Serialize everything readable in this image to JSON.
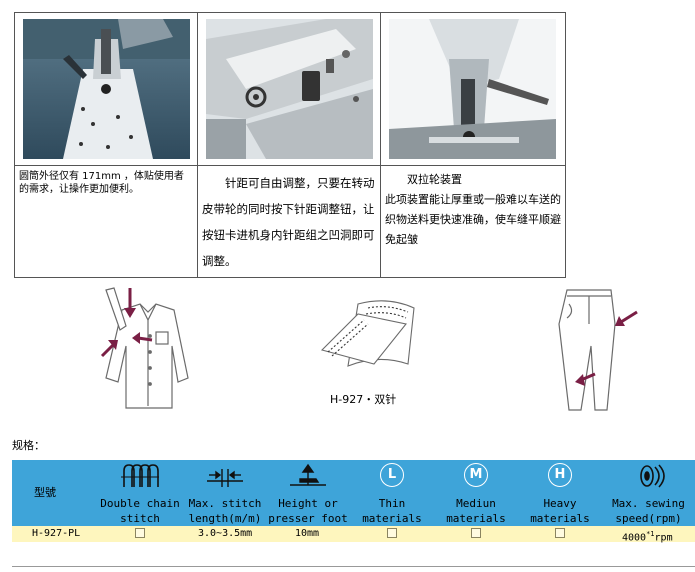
{
  "features": [
    {
      "caption": "圆筒外径仅有 171mm ，体贴使用者的需求，让操作更加便利。"
    },
    {
      "caption": "　　针距可自由调整，只要在转动皮带轮的同时按下针距调整钮，让按钮卡进机身内针距组之凹洞即可调整。"
    },
    {
      "title": "　　双拉轮装置",
      "caption": "此项装置能让厚重或一般难以车送的织物送料更快速准确，使车缝平顺避免起皱"
    }
  ],
  "illustration_caption": "H-927・双针",
  "specs": {
    "label": "规格：",
    "model_header": "型號",
    "columns": [
      {
        "icon": "double-chain-icon",
        "line1": "Double chain",
        "line2": "stitch"
      },
      {
        "icon": "stitch-length-icon",
        "line1": "Max. stitch",
        "line2": "length(m/m)"
      },
      {
        "icon": "presser-foot-icon",
        "line1": "Height or",
        "line2": "presser foot"
      },
      {
        "icon": "thin-materials-icon",
        "badge": "L",
        "line1": "Thin",
        "line2": "materials"
      },
      {
        "icon": "medium-materials-icon",
        "badge": "M",
        "line1": "Mediun",
        "line2": "materials"
      },
      {
        "icon": "heavy-materials-icon",
        "badge": "H",
        "line1": "Heavy",
        "line2": "materials"
      },
      {
        "icon": "sewing-speed-icon",
        "line1": "Max. sewing",
        "line2": "speed(rpm)"
      }
    ],
    "row": {
      "model": "H-927-PL",
      "stitch_length": "3.0~3.5mm",
      "foot_height": "10mm",
      "speed_base": "4000",
      "speed_sup": "*1",
      "speed_unit": "rpm"
    }
  },
  "colors": {
    "band": "#3ea4d9",
    "row": "#fef6be",
    "arrow": "#7a1f45"
  }
}
